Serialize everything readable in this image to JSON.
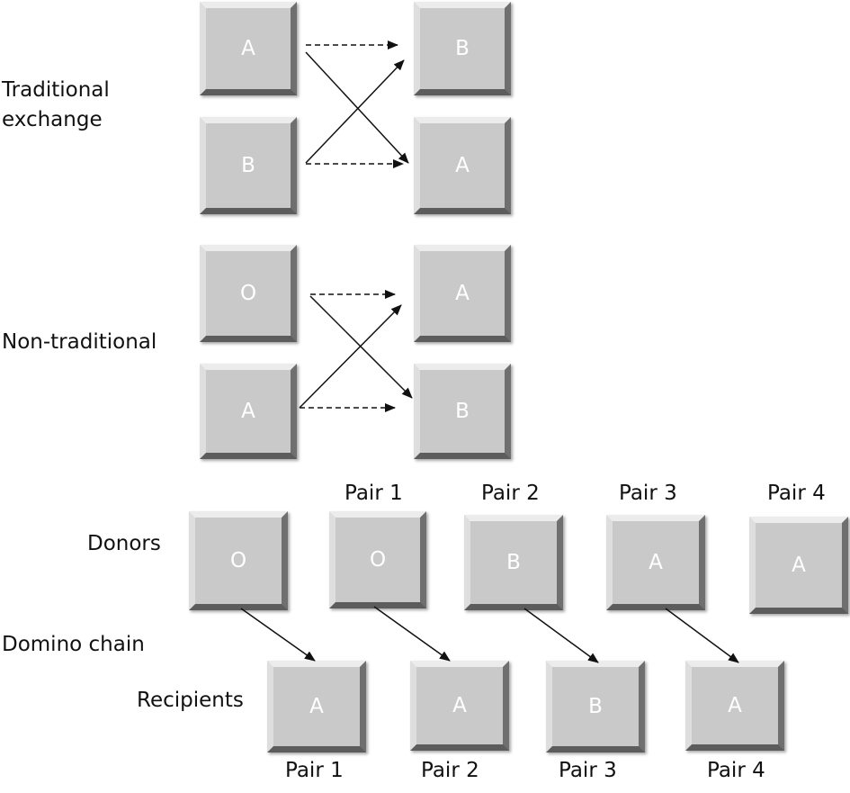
{
  "sections": {
    "traditional": {
      "label_line1": "Traditional",
      "label_line2": "exchange"
    },
    "non_traditional": {
      "label": "Non-traditional"
    },
    "domino": {
      "label": "Domino chain",
      "donors_label": "Donors",
      "recipients_label": "Recipients"
    }
  },
  "traditional_boxes": {
    "left_top": "A",
    "left_bottom": "B",
    "right_top": "B",
    "right_bottom": "A"
  },
  "non_traditional_boxes": {
    "left_top": "O",
    "left_bottom": "A",
    "right_top": "A",
    "right_bottom": "B"
  },
  "domino_donors": [
    "O",
    "O",
    "B",
    "A",
    "A"
  ],
  "domino_donor_pairs": [
    "Pair 1",
    "Pair 2",
    "Pair 3",
    "Pair 4"
  ],
  "domino_recipients": [
    "A",
    "A",
    "B",
    "A"
  ],
  "domino_recipient_pairs": [
    "Pair 1",
    "Pair 2",
    "Pair 3",
    "Pair 4"
  ]
}
